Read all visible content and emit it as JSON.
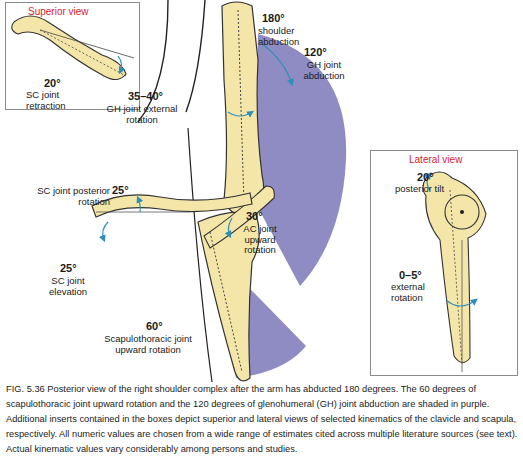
{
  "diagram": {
    "caption": "FIG. 5.36 Posterior view of the right shoulder complex after the arm has abducted 180 degrees. The 60 degrees of scapulothoracic joint upward rotation and the 120 degrees of glenohumeral (GH) joint abduction are shaded in purple. Additional inserts contained in the boxes depict superior and lateral views of selected kinematics of the clavicle and scapula, respectively. All numeric values are chosen from a wide range of estimates cited across multiple literature sources (see text). Actual kinematic values vary considerably among persons and studies.",
    "nodes": [
      {
        "text": [
          "Superior view",
          "20°",
          "SC joint retraction"
        ]
      },
      {
        "text": [
          "Lateral view",
          "20°",
          "posterior tilt",
          "0–5°",
          "external rotation"
        ]
      }
    ],
    "labels": [
      "180°",
      "shoulder abduction",
      "120°",
      "GH joint abduction",
      "35–40°",
      "GH joint external rotation",
      "SC joint posterior rotation",
      "25°",
      "30°",
      "AC joint upward rotation",
      "25°",
      "SC joint elevation",
      "60°",
      "Scapulothoracic joint upward rotation"
    ]
  }
}
